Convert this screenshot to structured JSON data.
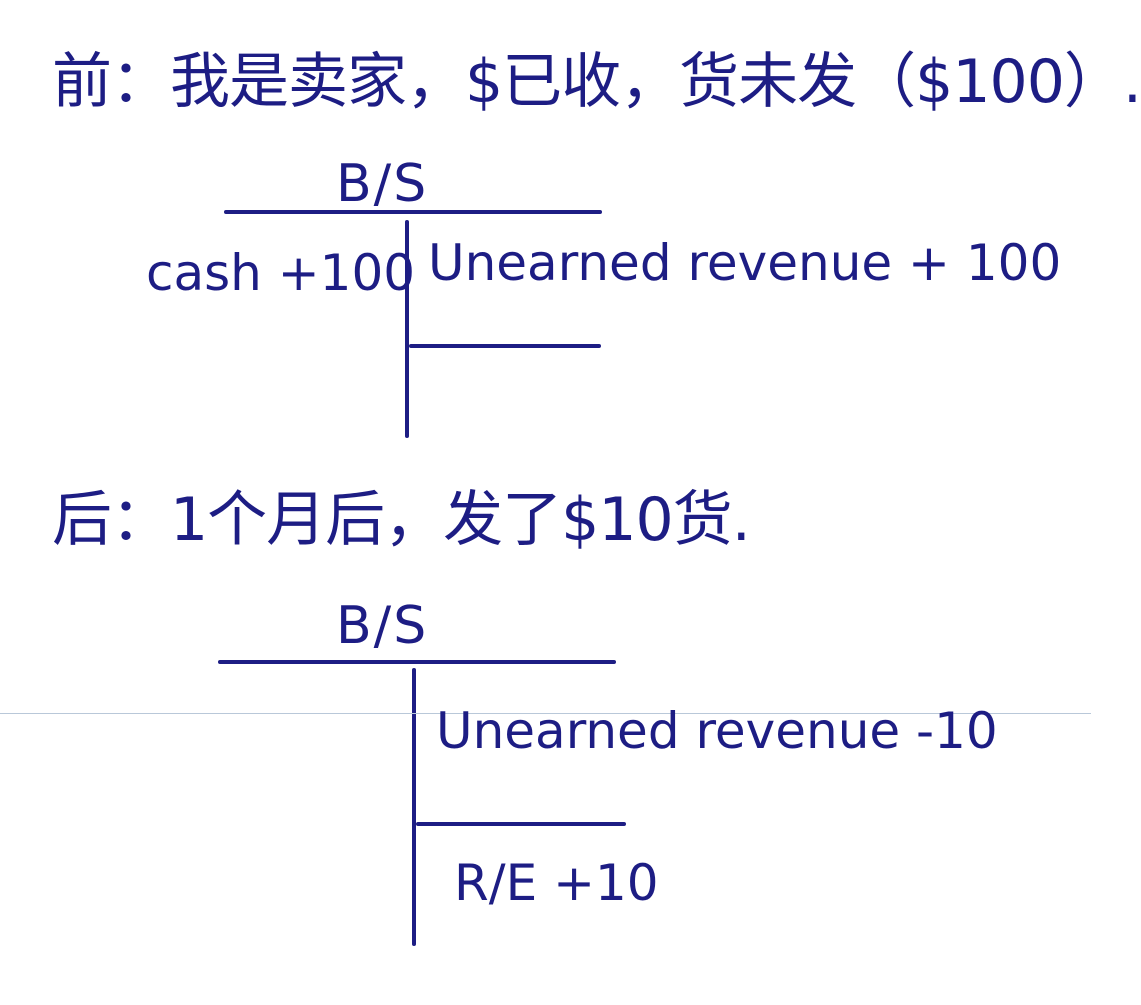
{
  "note": {
    "before": {
      "heading": "前：我是卖家，$已收，货未发（$100）.",
      "statement_title": "B/S",
      "left_entries": [
        "cash +100"
      ],
      "right_entries": [
        "Unearned revenue + 100"
      ]
    },
    "after": {
      "heading": "后：1个月后，发了$10货.",
      "statement_title": "B/S",
      "left_entries": [],
      "right_entries": [
        "Unearned revenue -10",
        "R/E +10"
      ]
    },
    "ink_color": "#1d1d84",
    "guide_line_color": "#b9c8d9"
  }
}
